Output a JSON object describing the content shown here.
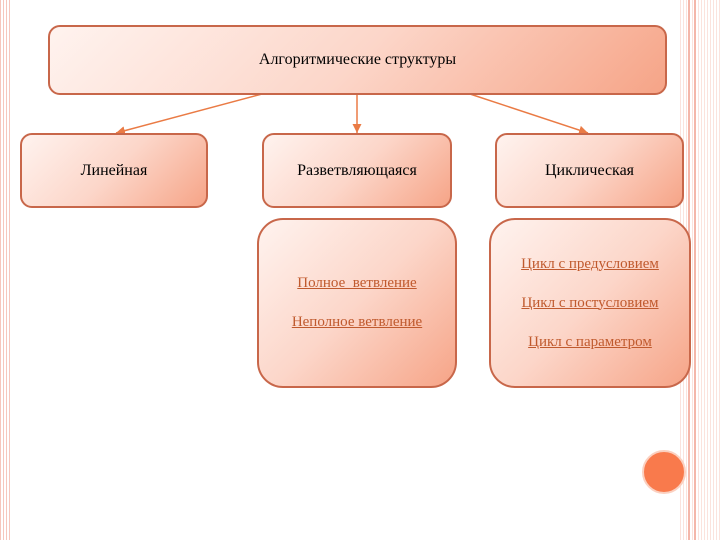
{
  "diagram": {
    "root": "Алгоритмические структуры",
    "children": [
      {
        "label": "Линейная",
        "items": []
      },
      {
        "label": "Разветвляющаяся",
        "items": [
          "Полное  ветвление",
          "Неполное ветвление"
        ]
      },
      {
        "label": "Циклическая",
        "items": [
          "Цикл с предусловием",
          "Цикл с постусловием",
          "Цикл с параметром"
        ]
      }
    ]
  },
  "colors": {
    "accent": "#f97a4c",
    "border": "#c8674a",
    "link": "#c05a2e"
  }
}
